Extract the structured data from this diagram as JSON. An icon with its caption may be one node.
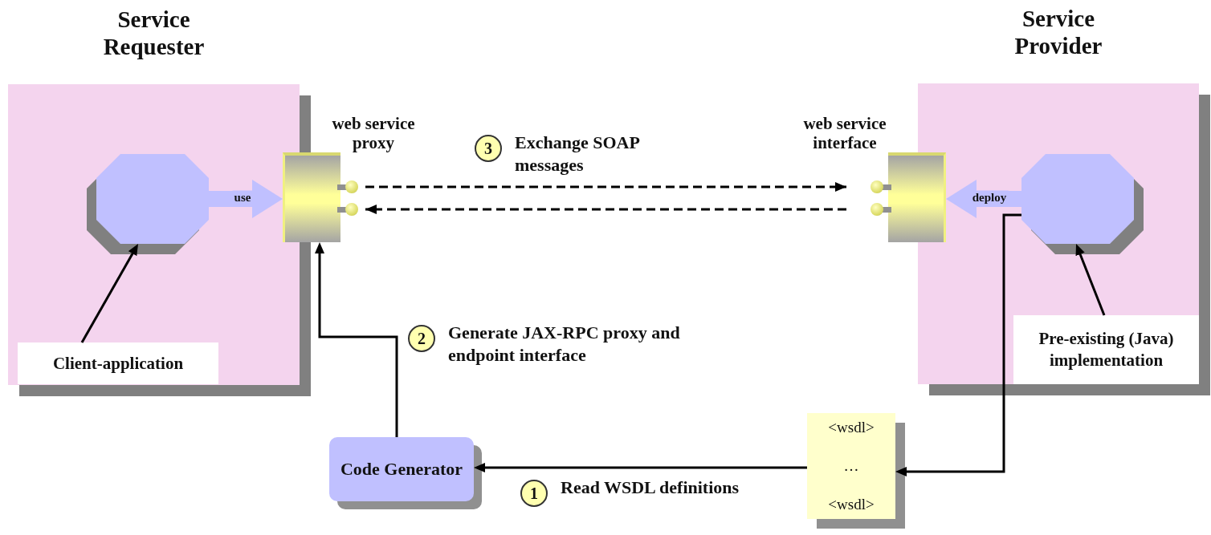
{
  "diagram": {
    "nodes": [
      {
        "text": [
          "Service Requester"
        ]
      },
      {
        "text": [],
        "shape": "octagon",
        "in": 0
      },
      {
        "text": [
          "Client-application"
        ],
        "in": 0
      },
      {
        "text": [
          "web service proxy"
        ]
      },
      {
        "text": [
          "Service Provider"
        ]
      },
      {
        "text": [
          "web service interface"
        ]
      },
      {
        "text": [],
        "shape": "octagon",
        "in": 4
      },
      {
        "text": [
          "Pre-existing (Java) implementation"
        ],
        "in": 4
      },
      {
        "text": [
          "Code Generator"
        ]
      },
      {
        "text": [
          "<wsdl>",
          "…",
          "<wsdl>"
        ]
      },
      {
        "text": [
          "3"
        ],
        "beside": [
          "Exchange SOAP messages"
        ]
      },
      {
        "text": [
          "2"
        ],
        "beside": [
          "Generate JAX-RPC proxy and endpoint interface"
        ]
      },
      {
        "text": [
          "1"
        ],
        "beside": [
          "Read WSDL definitions"
        ]
      }
    ],
    "edges": [
      {
        "from": 1,
        "to": 3,
        "arrow": "to",
        "label": "use",
        "style": "thick",
        "color": "#c0c0ff"
      },
      {
        "from": 2,
        "to": 1,
        "arrow": "to"
      },
      {
        "from": 3,
        "to": 5,
        "arrow": "to",
        "style": "dashed"
      },
      {
        "from": 5,
        "to": 3,
        "arrow": "to",
        "style": "dashed"
      },
      {
        "from": 6,
        "to": 5,
        "arrow": "to",
        "label": "deploy",
        "style": "thick",
        "color": "#c0c0ff"
      },
      {
        "from": 7,
        "to": 6,
        "arrow": "to"
      },
      {
        "from": 8,
        "to": 3,
        "arrow": "to"
      },
      {
        "from": 6,
        "to": 9,
        "arrow": "to"
      },
      {
        "from": 9,
        "to": 8,
        "arrow": "to"
      }
    ]
  }
}
